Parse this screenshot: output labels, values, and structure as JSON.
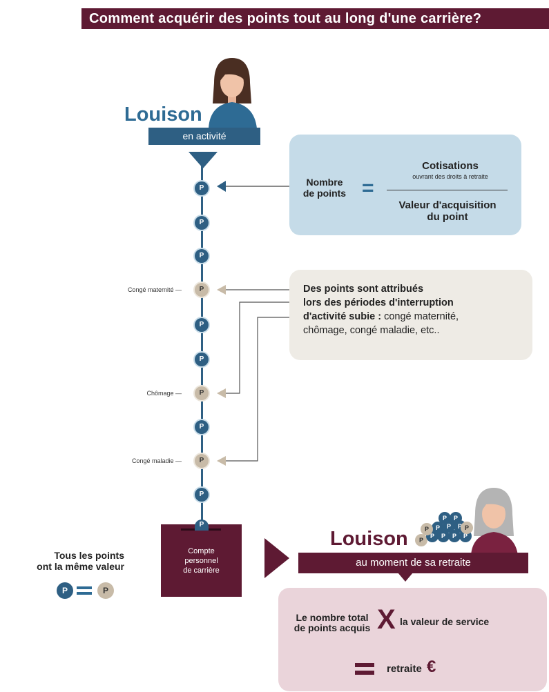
{
  "title": "Comment acquérir des points tout au long d'une carrière?",
  "person": {
    "name_top": "Louison",
    "status_top": "en activité",
    "name_bottom": "Louison",
    "status_bottom": "au moment de sa retraite"
  },
  "point_symbol": "P",
  "periods": {
    "maternite": "Congé maternité",
    "chomage": "Chômage",
    "maladie": "Congé maladie"
  },
  "formula": {
    "left_line1": "Nombre",
    "left_line2": "de points",
    "equals": "=",
    "numerator": "Cotisations",
    "numerator_note": "ouvrant des droits à retraite",
    "denominator_line1": "Valeur d'acquisition",
    "denominator_line2": "du point"
  },
  "interruption": {
    "line1": "Des points sont attribués",
    "line2": "lors des périodes d'interruption",
    "line3_bold": "d'activité subie :",
    "line3_rest": " congé maternité,",
    "line4": "chômage, congé maladie, etc.."
  },
  "compte": {
    "line1": "Compte",
    "line2": "personnel",
    "line3": "de carrière"
  },
  "equal_value": {
    "line1": "Tous les points",
    "line2": "ont la même valeur"
  },
  "retraite_formula": {
    "left_line1": "Le nombre total",
    "left_line2": "de points acquis",
    "times": "X",
    "right": "la valeur de service",
    "result": "retraite",
    "currency": "€"
  },
  "colors": {
    "wine": "#5e1a33",
    "blue": "#2e5f83",
    "beige": "#c8bba8"
  }
}
